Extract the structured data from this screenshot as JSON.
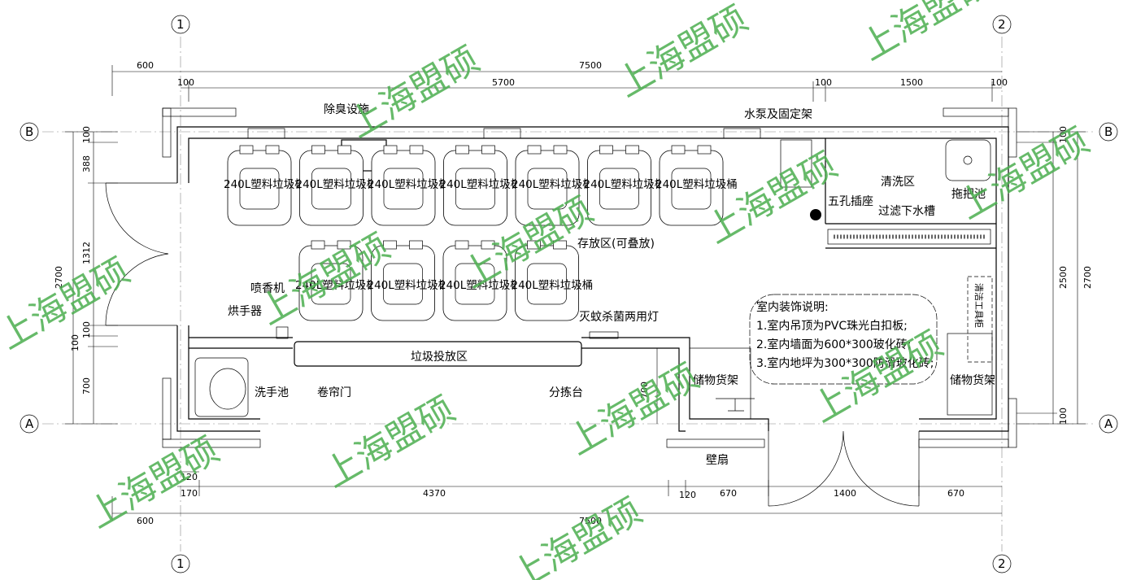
{
  "grid": {
    "col1": "①",
    "col2": "②",
    "rowA": "Ⓐ",
    "rowB": "Ⓑ",
    "col1_text": "1",
    "col2_text": "2",
    "rowA_text": "A",
    "rowB_text": "B"
  },
  "dims_top": {
    "outer_left": "600",
    "overall": "7500",
    "seg1": "100",
    "seg2": "5700",
    "seg3": "100",
    "seg4": "1500",
    "seg5": "100"
  },
  "dims_bottom": {
    "a": "120",
    "b": "170",
    "c": "4370",
    "d": "120",
    "e": "670",
    "f": "1400",
    "g": "670",
    "outer_left": "600",
    "overall": "7500"
  },
  "dims_left": {
    "overall": "2700",
    "a": "100",
    "b": "388",
    "c": "1312",
    "d": "100",
    "e": "100",
    "f": "700"
  },
  "dims_right": {
    "a": "100",
    "b": "2500",
    "c": "100",
    "overall": "2700"
  },
  "dims_inner": {
    "counter": "700"
  },
  "bins": {
    "label": "240L塑料垃圾桶",
    "top_count": 7,
    "bottom_count": 4
  },
  "labels": {
    "deodorizer": "除臭设施",
    "pump": "水泵及固定架",
    "wash_area": "清洗区",
    "mop_sink": "拖把池",
    "socket": "五孔插座",
    "drain": "过滤下水槽",
    "storage_area": "存放区(可叠放)",
    "fragrance": "喷香机",
    "hand_dryer": "烘手器",
    "lamp": "灭蚊杀菌两用灯",
    "drop_area": "垃圾投放区",
    "hand_sink": "洗手池",
    "shutter": "卷帘门",
    "sorting_table": "分拣台",
    "shelf1": "储物货架",
    "shelf2": "储物货架",
    "wall_fan": "壁扇",
    "cabinet": "清洁工具柜"
  },
  "notes": {
    "title": "室内装饰说明:",
    "items": [
      "1.室内吊顶为PVC珠光白扣板;",
      "2.室内墙面为600*300玻化砖;",
      "3.室内地坪为300*300防滑玻化砖;"
    ]
  },
  "watermark": "上海盟硕"
}
